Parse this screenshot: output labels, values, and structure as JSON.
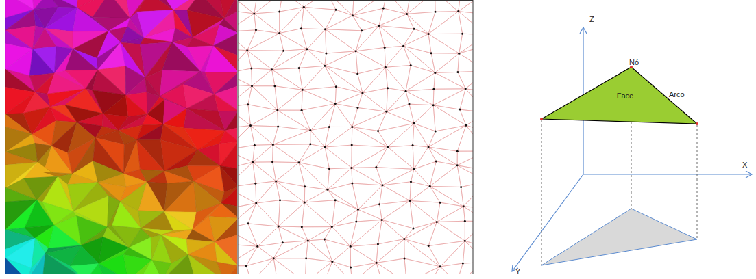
{
  "diagram": {
    "nodes": [
      {
        "text": [
          "Face"
        ]
      }
    ],
    "labels": [
      "Nó",
      "Arco",
      "Z",
      "X",
      "Y"
    ]
  }
}
